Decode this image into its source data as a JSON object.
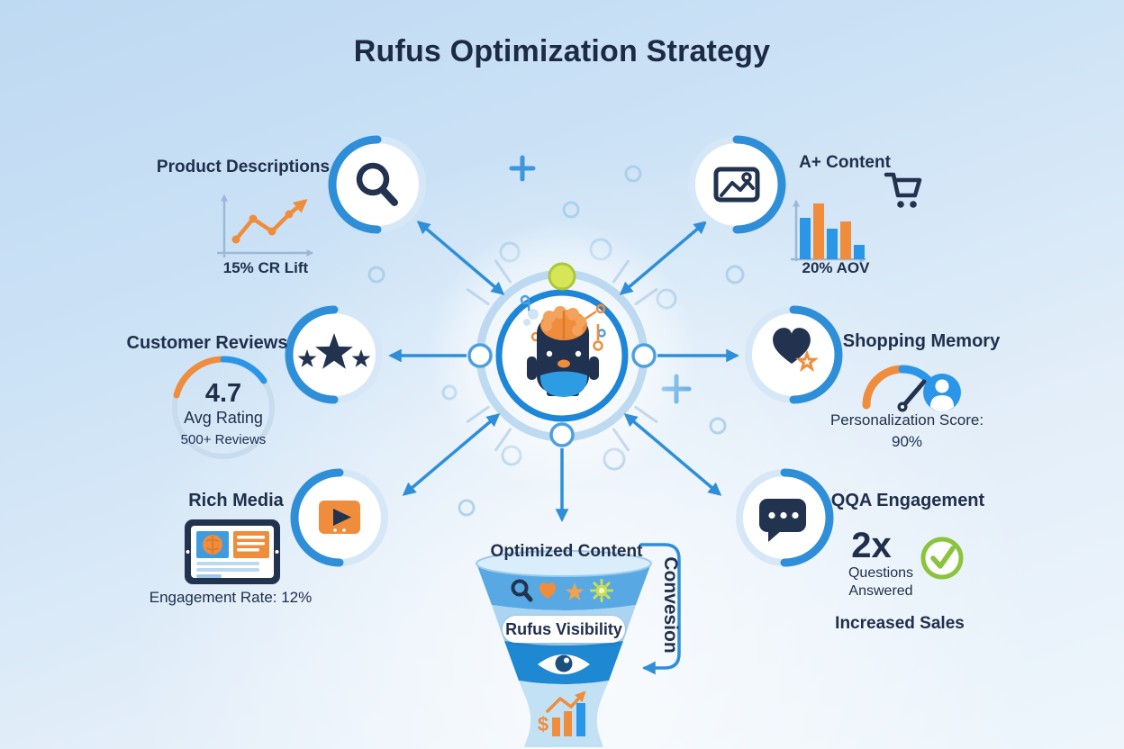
{
  "title": "Rufus Optimization Strategy",
  "palette": {
    "navy": "#213150",
    "arrow_blue": "#2e8fd8",
    "light_blue_ring": "#a5cbe9",
    "orange": "#ef8d3c",
    "bar_blue": "#2b96e8",
    "green_check": "#8bc43c",
    "yellow_green": "#d6e657",
    "funnel_dark_blue": "#1e88d2"
  },
  "hub": {
    "icon": "rufus-mascot-icon"
  },
  "nodes": {
    "product_descriptions": {
      "title": "Product Descriptions",
      "icon": "search-icon",
      "chart_icon": "growth-line-chart-icon",
      "metric": "15% CR Lift"
    },
    "aplus_content": {
      "title": "A+ Content",
      "icon": "image-icon",
      "chart_icon": "bar-chart-icon",
      "extra_icon": "cart-icon",
      "metric": "20% AOV"
    },
    "customer_reviews": {
      "title": "Customer Reviews",
      "icon": "stars-icon",
      "rating": "4.7",
      "rating_caption": "Avg Rating",
      "reviews_caption": "500+ Reviews"
    },
    "shopping_memory": {
      "title": "Shopping Memory",
      "icon": "heart-badge-icon",
      "gauge_icon": "gauge-icon",
      "person_icon": "person-icon",
      "metric": "Personalization Score: 90%"
    },
    "rich_media": {
      "title": "Rich Media",
      "icon": "video-player-icon",
      "preview_icon": "tablet-icon",
      "metric": "Engagement Rate: 12%"
    },
    "qa_engagement": {
      "title": "QQA Engagement",
      "icon": "chat-icon",
      "multiplier": "2x",
      "caption": "Questions Answered",
      "check_icon": "check-icon",
      "outcome": "Increased Sales"
    }
  },
  "funnel": {
    "input_label": "Optimized Content",
    "stage_label": "Rufus Visibility",
    "side_label": "Convesion",
    "dollar_glyph": "$",
    "icons": [
      "search-icon",
      "heart-icon",
      "star-icon",
      "sun-icon",
      "eye-icon",
      "sales-growth-icon"
    ]
  }
}
